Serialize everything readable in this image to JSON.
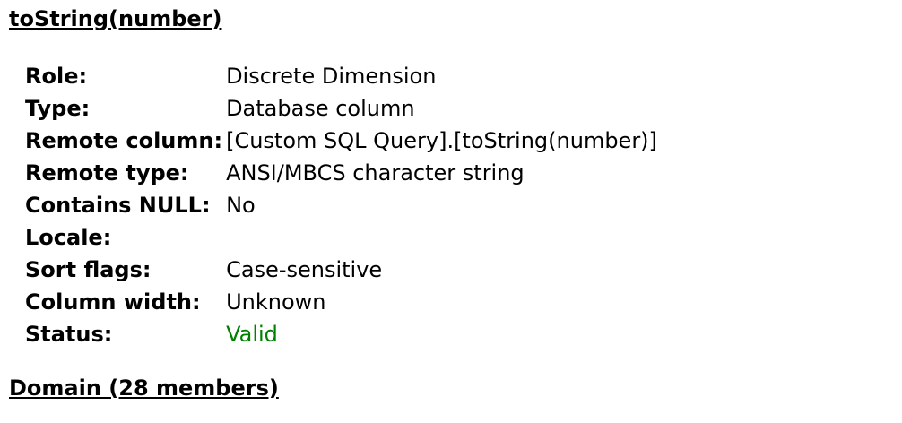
{
  "field": {
    "title": "toString(number)"
  },
  "properties": [
    {
      "label": "Role:",
      "value": "Discrete Dimension"
    },
    {
      "label": "Type:",
      "value": "Database column"
    },
    {
      "label": "Remote column:",
      "value": "[Custom SQL Query].[toString(number)]"
    },
    {
      "label": "Remote type:",
      "value": "ANSI/MBCS character string"
    },
    {
      "label": "Contains NULL:",
      "value": "No"
    },
    {
      "label": "Locale:",
      "value": ""
    },
    {
      "label": "Sort flags:",
      "value": "Case-sensitive"
    },
    {
      "label": "Column width:",
      "value": "Unknown"
    },
    {
      "label": "Status:",
      "value": "Valid"
    }
  ],
  "domain": {
    "title": "Domain (28 members)"
  },
  "colors": {
    "status_valid": "#008000"
  }
}
